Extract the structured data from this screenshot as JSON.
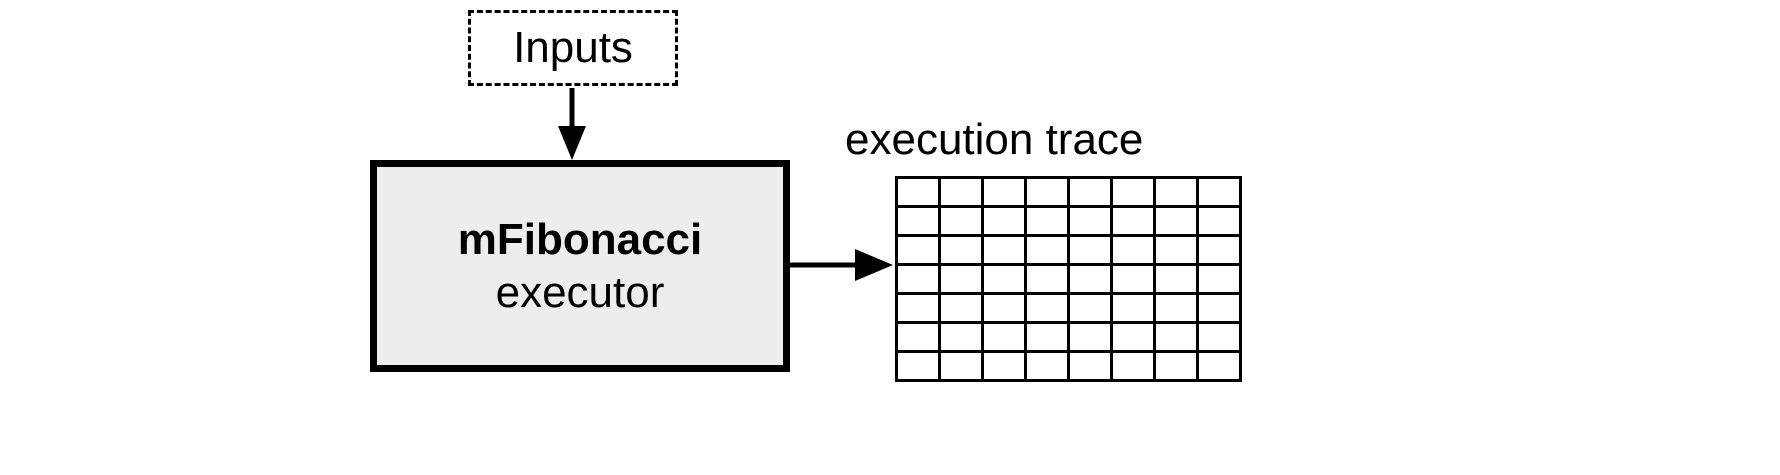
{
  "diagram": {
    "title": "mFibonacci executor diagram",
    "background_color": "#ffffff",
    "line_color": "#000000",
    "node_fill_color": "#ededed"
  },
  "inputs_node": {
    "label": "Inputs",
    "border_style": "dashed",
    "border_color": "#000000"
  },
  "executor_node": {
    "title": "mFibonacci",
    "subtitle": "executor",
    "fill_color": "#ededed",
    "border_color": "#000000"
  },
  "trace": {
    "label": "execution trace",
    "grid": {
      "columns": 8,
      "rows": 7,
      "cell_color": "#ffffff",
      "line_color": "#000000"
    }
  },
  "arrows": [
    {
      "name": "inputs-to-executor",
      "direction": "down"
    },
    {
      "name": "executor-to-trace",
      "direction": "right"
    }
  ]
}
